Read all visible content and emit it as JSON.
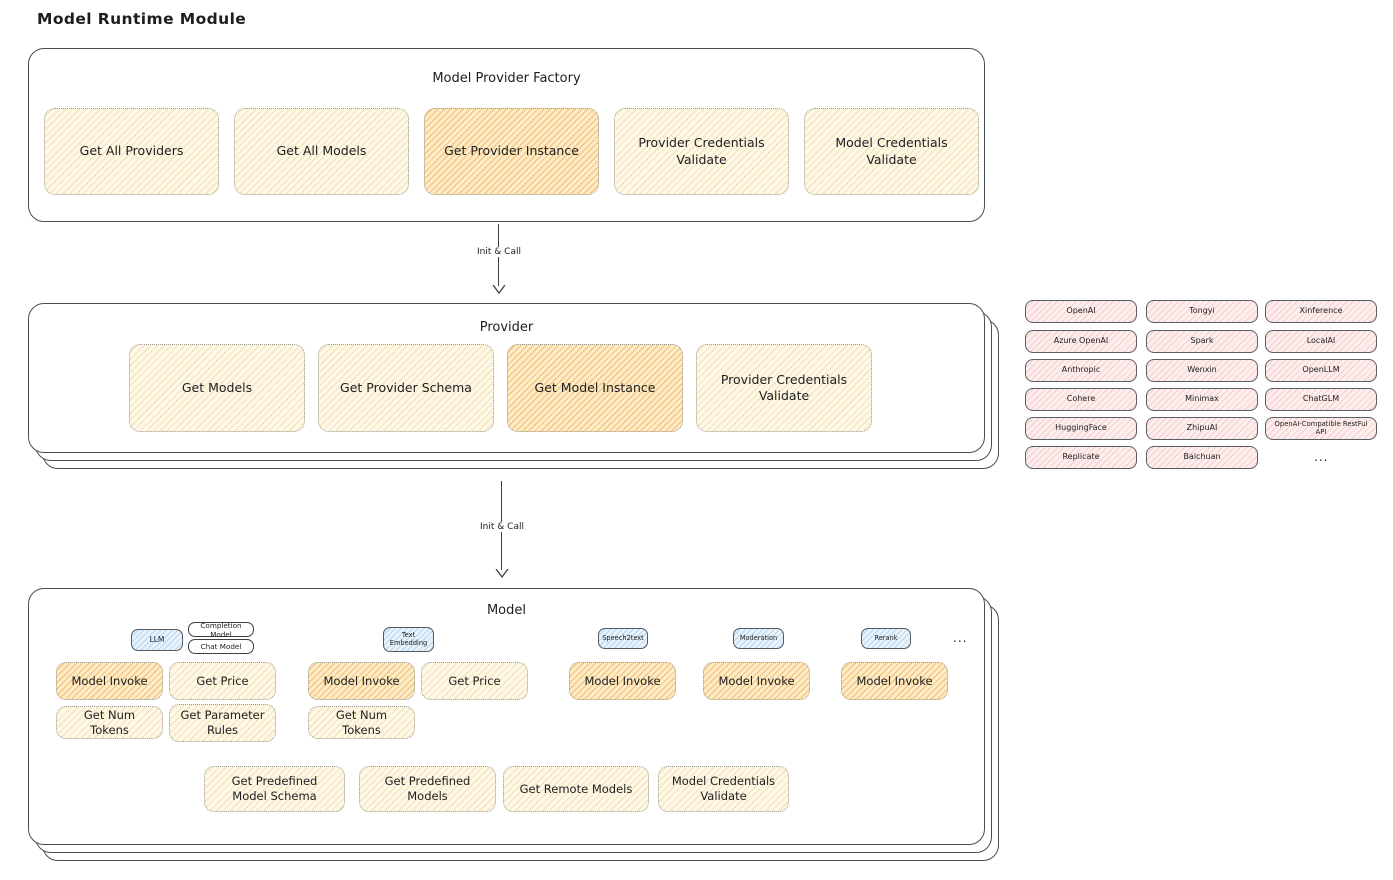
{
  "diagram_title": "Model Runtime Module",
  "colors": {
    "yellow_fill": "#fdf8e9",
    "orange_highlight_fill": "#fcecca",
    "pink_fill": "#fdeeee",
    "blue_fill": "#e9f3fb",
    "outline": "#4a4d52",
    "text": "#1e1e1e"
  },
  "factory": {
    "title": "Model Provider Factory",
    "items": [
      {
        "label": "Get All Providers"
      },
      {
        "label": "Get All Models"
      },
      {
        "label": "Get Provider Instance"
      },
      {
        "label": "Provider Credentials Validate"
      },
      {
        "label": "Model Credentials Validate"
      }
    ]
  },
  "arrow1": {
    "label": "Init & Call"
  },
  "arrow2": {
    "label": "Init & Call"
  },
  "provider": {
    "title": "Provider",
    "items": [
      {
        "label": "Get Models"
      },
      {
        "label": "Get Provider Schema"
      },
      {
        "label": "Get Model Instance"
      },
      {
        "label": "Provider Credentials Validate"
      }
    ]
  },
  "providers_grid": {
    "rows": [
      [
        "OpenAI",
        "Tongyi",
        "Xinference"
      ],
      [
        "Azure OpenAI",
        "Spark",
        "LocalAI"
      ],
      [
        "Anthropic",
        "Wenxin",
        "OpenLLM"
      ],
      [
        "Cohere",
        "Minimax",
        "ChatGLM"
      ],
      [
        "HuggingFace",
        "ZhipuAI",
        "OpenAI-Compatible RestFul API"
      ],
      [
        "Replicate",
        "Baichuan",
        "..."
      ]
    ]
  },
  "model": {
    "title": "Model",
    "tabs": {
      "llm": "LLM",
      "completion": "Completion Model",
      "chat": "Chat Model",
      "text_embedding": "Text Embedding",
      "speech2text": "Speech2text",
      "moderation": "Moderation",
      "rerank": "Rerank",
      "more": "..."
    },
    "functions": {
      "model_invoke": "Model Invoke",
      "get_price": "Get Price",
      "get_num_tokens": "Get Num Tokens",
      "get_parameter_rules": "Get Parameter Rules",
      "get_predefined_model_schema": "Get Predefined Model Schema",
      "get_predefined_models": "Get Predefined Models",
      "get_remote_models": "Get Remote Models",
      "model_credentials_validate": "Model Credentials Validate"
    }
  }
}
